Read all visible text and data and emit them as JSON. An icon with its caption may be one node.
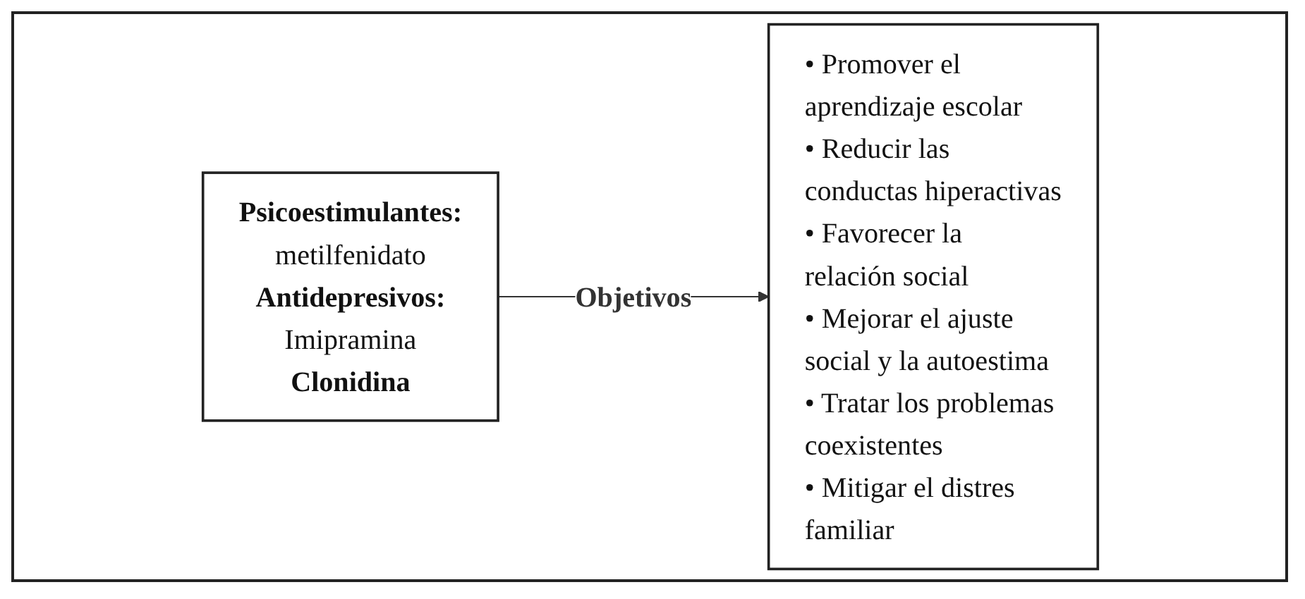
{
  "diagram": {
    "nodes": [
      {
        "text": [
          "Psicoestimulantes:",
          "metilfenidato",
          "Antidepresivos:",
          "Imipramina",
          "Clonidina"
        ]
      },
      {
        "text": [
          "• Promover el aprendizaje escolar",
          "• Reducir las conductas hiperactivas",
          "• Favorecer la relación social",
          "• Mejorar el ajuste social y la autoestima",
          "• Tratar los problemas coexistentes",
          "• Mitigar el distres familiar"
        ]
      }
    ],
    "edges": [
      {
        "from": 0,
        "to": 1,
        "arrow": "to",
        "label": "Objetivos"
      }
    ]
  }
}
